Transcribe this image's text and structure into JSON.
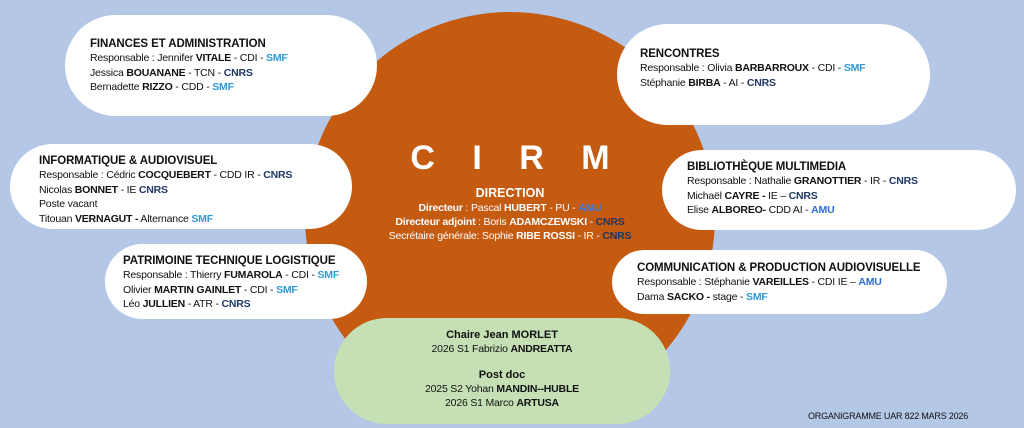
{
  "colors": {
    "background": "#b4c7e7",
    "center_circle": "#c55a11",
    "bubble": "#ffffff",
    "green_bubble": "#c5e0b4",
    "smf": "#2e9ad6",
    "cnrs": "#1f3864",
    "amu": "#2f6fd6"
  },
  "center": {
    "title": "C I R M",
    "subtitle": "DIRECTION",
    "lines": [
      {
        "role": "Directeur",
        "sep": " : Pascal ",
        "name": "HUBERT",
        "info": " - PU - ",
        "org": "AMU",
        "org_class": "amu"
      },
      {
        "role": "Directeur adjoint",
        "sep": " : Boris ",
        "name": "ADAMCZEWSKI",
        "info": " - ",
        "org": "CNRS",
        "org_class": "cnrs"
      },
      {
        "role": "",
        "sep": "Secrétaire générale: Sophie ",
        "name": "RIBE ROSSI",
        "info": " - IR - ",
        "org": "CNRS",
        "org_class": "cnrs"
      }
    ]
  },
  "departments": [
    {
      "id": "finances",
      "title": "FINANCES ET ADMINISTRATION",
      "members": [
        {
          "prefix": "Responsable : Jennifer ",
          "name": "VITALE",
          "info": " - CDI - ",
          "org": "SMF",
          "org_class": "smf"
        },
        {
          "prefix": "Jessica ",
          "name": "BOUANANE",
          "info": " - TCN - ",
          "org": "CNRS",
          "org_class": "cnrs"
        },
        {
          "prefix": "Bernadette ",
          "name": "RIZZO",
          "info": " - CDD  - ",
          "org": "SMF",
          "org_class": "smf"
        }
      ]
    },
    {
      "id": "informatique",
      "title": "INFORMATIQUE & AUDIOVISUEL",
      "members": [
        {
          "prefix": "Responsable : Cédric ",
          "name": "COCQUEBERT",
          "info": " - CDD IR - ",
          "org": "CNRS",
          "org_class": "cnrs"
        },
        {
          "prefix": "Nicolas ",
          "name": "BONNET",
          "info": " - IE ",
          "org": "CNRS",
          "org_class": "cnrs"
        },
        {
          "prefix": "Poste vacant",
          "name": "",
          "info": "",
          "org": "",
          "org_class": ""
        },
        {
          "prefix": "Titouan ",
          "name": "VERNAGUT -",
          "info": " Alternance ",
          "org": "SMF",
          "org_class": "smf"
        }
      ]
    },
    {
      "id": "patrimoine",
      "title": "PATRIMOINE TECHNIQUE LOGISTIQUE",
      "members": [
        {
          "prefix": "Responsable : Thierry ",
          "name": "FUMAROLA",
          "info": "  - CDI -  ",
          "org": "SMF",
          "org_class": "smf"
        },
        {
          "prefix": "Olivier ",
          "name": "MARTIN GAINLET",
          "info": " - CDI - ",
          "org": "SMF",
          "org_class": "smf"
        },
        {
          "prefix": "Léo ",
          "name": "JULLIEN",
          "info": " - ATR - ",
          "org": "CNRS",
          "org_class": "cnrs"
        }
      ]
    },
    {
      "id": "rencontres",
      "title": "RENCONTRES",
      "members": [
        {
          "prefix": "Responsable : Olivia ",
          "name": "BARBARROUX",
          "info": " - CDI - ",
          "org": "SMF",
          "org_class": "smf"
        },
        {
          "prefix": "Stéphanie ",
          "name": "BIRBA",
          "info": " - AI - ",
          "org": "CNRS",
          "org_class": "cnrs"
        }
      ]
    },
    {
      "id": "bibliotheque",
      "title": "BIBLIOTHÈQUE MULTIMEDIA",
      "members": [
        {
          "prefix": "Responsable : Nathalie ",
          "name": "GRANOTTIER",
          "info": "  - IR - ",
          "org": "CNRS",
          "org_class": "cnrs"
        },
        {
          "prefix": "Michaël ",
          "name": "CAYRE -",
          "info": " IE – ",
          "org": "CNRS",
          "org_class": "cnrs"
        },
        {
          "prefix": "Elise ",
          "name": "ALBOREO-",
          "info": " CDD AI - ",
          "org": "AMU",
          "org_class": "amu"
        }
      ]
    },
    {
      "id": "communication",
      "title": "COMMUNICATION & PRODUCTION AUDIOVISUELLE",
      "members": [
        {
          "prefix": "Responsable : Stéphanie ",
          "name": "VAREILLES",
          "info": " - CDI IE – ",
          "org": "AMU",
          "org_class": "amu"
        },
        {
          "prefix": "Dama ",
          "name": "SACKO -",
          "info": " stage - ",
          "org": "SMF",
          "org_class": "smf"
        }
      ]
    }
  ],
  "green": {
    "chair_title": "Chaire Jean MORLET",
    "chair_lines": [
      {
        "prefix": "2026 S1 Fabrizio ",
        "name": "ANDREATTA"
      }
    ],
    "postdoc_title": "Post doc",
    "postdoc_lines": [
      {
        "prefix": "2025 S2 Yohan ",
        "name": "MANDIN--HUBLE"
      },
      {
        "prefix": "2026 S1 Marco ",
        "name": "ARTUSA"
      }
    ]
  },
  "footer": "ORGANIGRAMME UAR 822 MARS 2026"
}
